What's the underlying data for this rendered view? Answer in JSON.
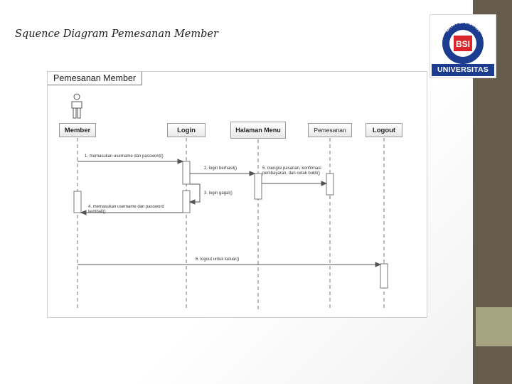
{
  "slide": {
    "title": "Squence Diagram Pemesanan Member"
  },
  "logo": {
    "ring_top": "BINA SARANA",
    "ring_bottom": "INFORMATIKA",
    "monogram": "BSI",
    "bar_text": "UNIVERSITAS"
  },
  "diagram": {
    "frame_label": "Pemesanan Member",
    "lifelines": [
      {
        "id": "member",
        "label": "Member"
      },
      {
        "id": "login",
        "label": "Login"
      },
      {
        "id": "menu",
        "label": "Halaman Menu"
      },
      {
        "id": "pemesanan",
        "label": "Pemesanan"
      },
      {
        "id": "logout",
        "label": "Logout"
      }
    ],
    "messages": [
      {
        "id": "m1",
        "text": "1. memasukan username dan password()"
      },
      {
        "id": "m2",
        "text": "2. login berhasil()"
      },
      {
        "id": "m3",
        "text": "3. login gagal()"
      },
      {
        "id": "m4",
        "text": "4. memasukan username dan password kembali()"
      },
      {
        "id": "m5",
        "text": "5. mengisi pesanan, konfirmasi pembayaran, dan cetak bukti()"
      },
      {
        "id": "m6",
        "text": "6. logout untuk keluar()"
      }
    ]
  },
  "colors": {
    "sidebar": "#655c4d",
    "sidebar_accent": "#a7a482",
    "logo_blue": "#1c3d8f",
    "logo_red": "#d9262c"
  }
}
